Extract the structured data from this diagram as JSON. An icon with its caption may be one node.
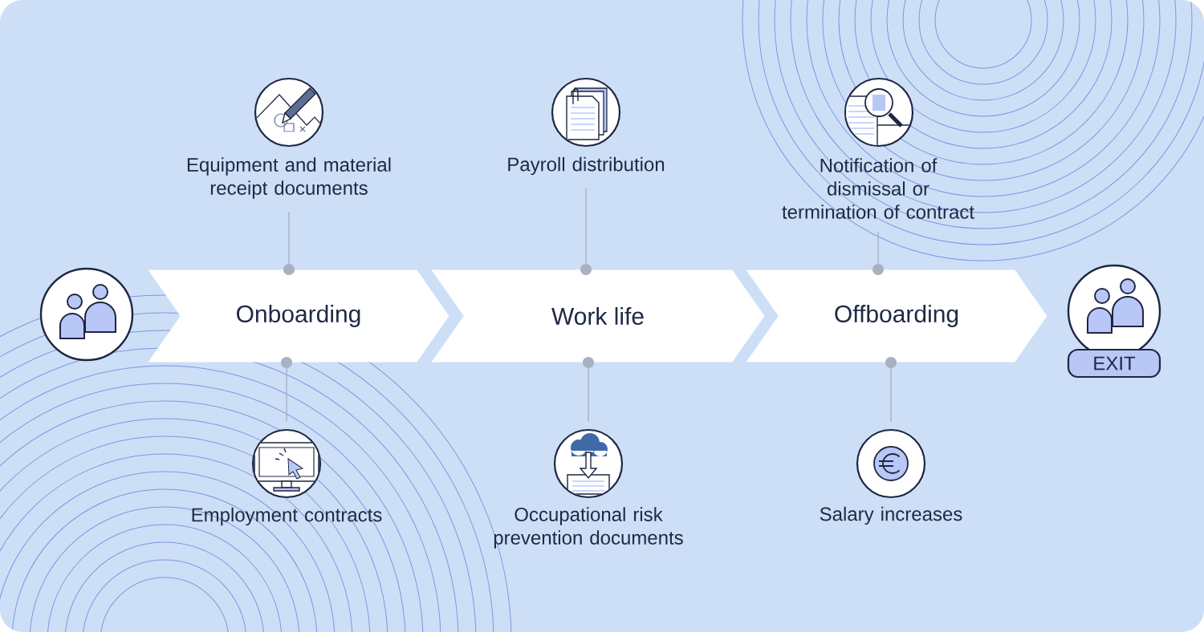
{
  "diagram": {
    "nodes": [
      {
        "text": [],
        "shape": "person"
      },
      {
        "text": [
          "Onboarding"
        ]
      },
      {
        "text": [
          "Work life"
        ]
      },
      {
        "text": [
          "Offboarding"
        ]
      },
      {
        "text": [
          "EXIT"
        ]
      },
      {
        "text": [
          "Equipment and material receipt documents"
        ]
      },
      {
        "text": [
          "Employment contracts"
        ]
      },
      {
        "text": [
          "Payroll distribution"
        ]
      },
      {
        "text": [
          "Occupational risk prevention documents"
        ]
      },
      {
        "text": [
          "Notification of dismissal or termination of contract"
        ]
      },
      {
        "text": [
          "Salary increases"
        ]
      }
    ],
    "edges": [
      {
        "from": 5,
        "to": 1,
        "arrow": "other"
      },
      {
        "from": 6,
        "to": 1,
        "arrow": "other"
      },
      {
        "from": 7,
        "to": 2,
        "arrow": "other"
      },
      {
        "from": 8,
        "to": 2,
        "arrow": "other"
      },
      {
        "from": 9,
        "to": 3,
        "arrow": "other"
      },
      {
        "from": 10,
        "to": 3,
        "arrow": "other"
      }
    ]
  }
}
